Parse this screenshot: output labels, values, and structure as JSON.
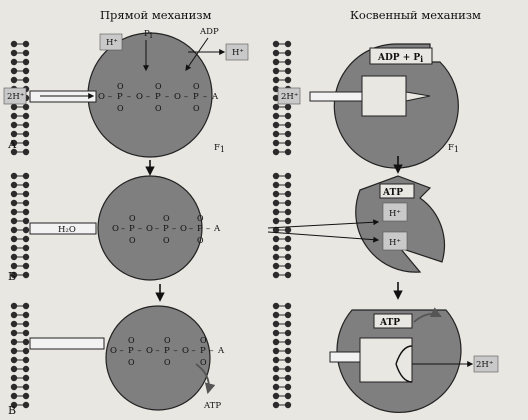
{
  "headers": {
    "direct": "Прямой механизм",
    "indirect": "Косвенный механизм"
  },
  "panel_labels": {
    "a": "А",
    "b": "Б",
    "c": "В"
  },
  "subunit": {
    "main": "F",
    "sub": "1"
  },
  "ions": {
    "h_plus": "H⁺",
    "two_h_plus": "2H⁺"
  },
  "species": {
    "pi_main": "P",
    "pi_sub": "i",
    "adp": "ADP",
    "atp": "ATP",
    "adp_pi": "ADP + P",
    "adp_pi_sub": "i",
    "water": "H₂O"
  },
  "chain": {
    "o": "O",
    "p": "P",
    "a": "A",
    "dash": "–",
    "minus": "–"
  },
  "colors": {
    "background": "#e9e7e2",
    "sphere": "#7f7f7f",
    "membrane": "#2b2b2b",
    "ion_box": "#c9c9c9"
  }
}
